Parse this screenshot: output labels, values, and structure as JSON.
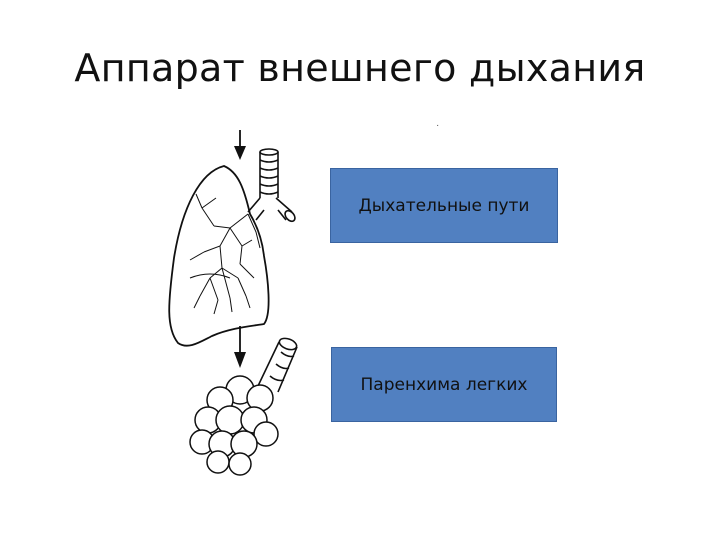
{
  "slide": {
    "title": "Аппарат внешнего дыхания"
  },
  "boxes": {
    "airways_label": "Дыхательные пути",
    "parenchyma_label": "Паренхима легких"
  },
  "colors": {
    "box_fill": "#5180c1",
    "box_border": "#3a64a0",
    "line": "#111111"
  },
  "icons": {
    "lung": "lung-icon",
    "trachea": "trachea-icon",
    "alveoli": "alveoli-cluster-icon",
    "arrow": "arrow-down-icon"
  }
}
